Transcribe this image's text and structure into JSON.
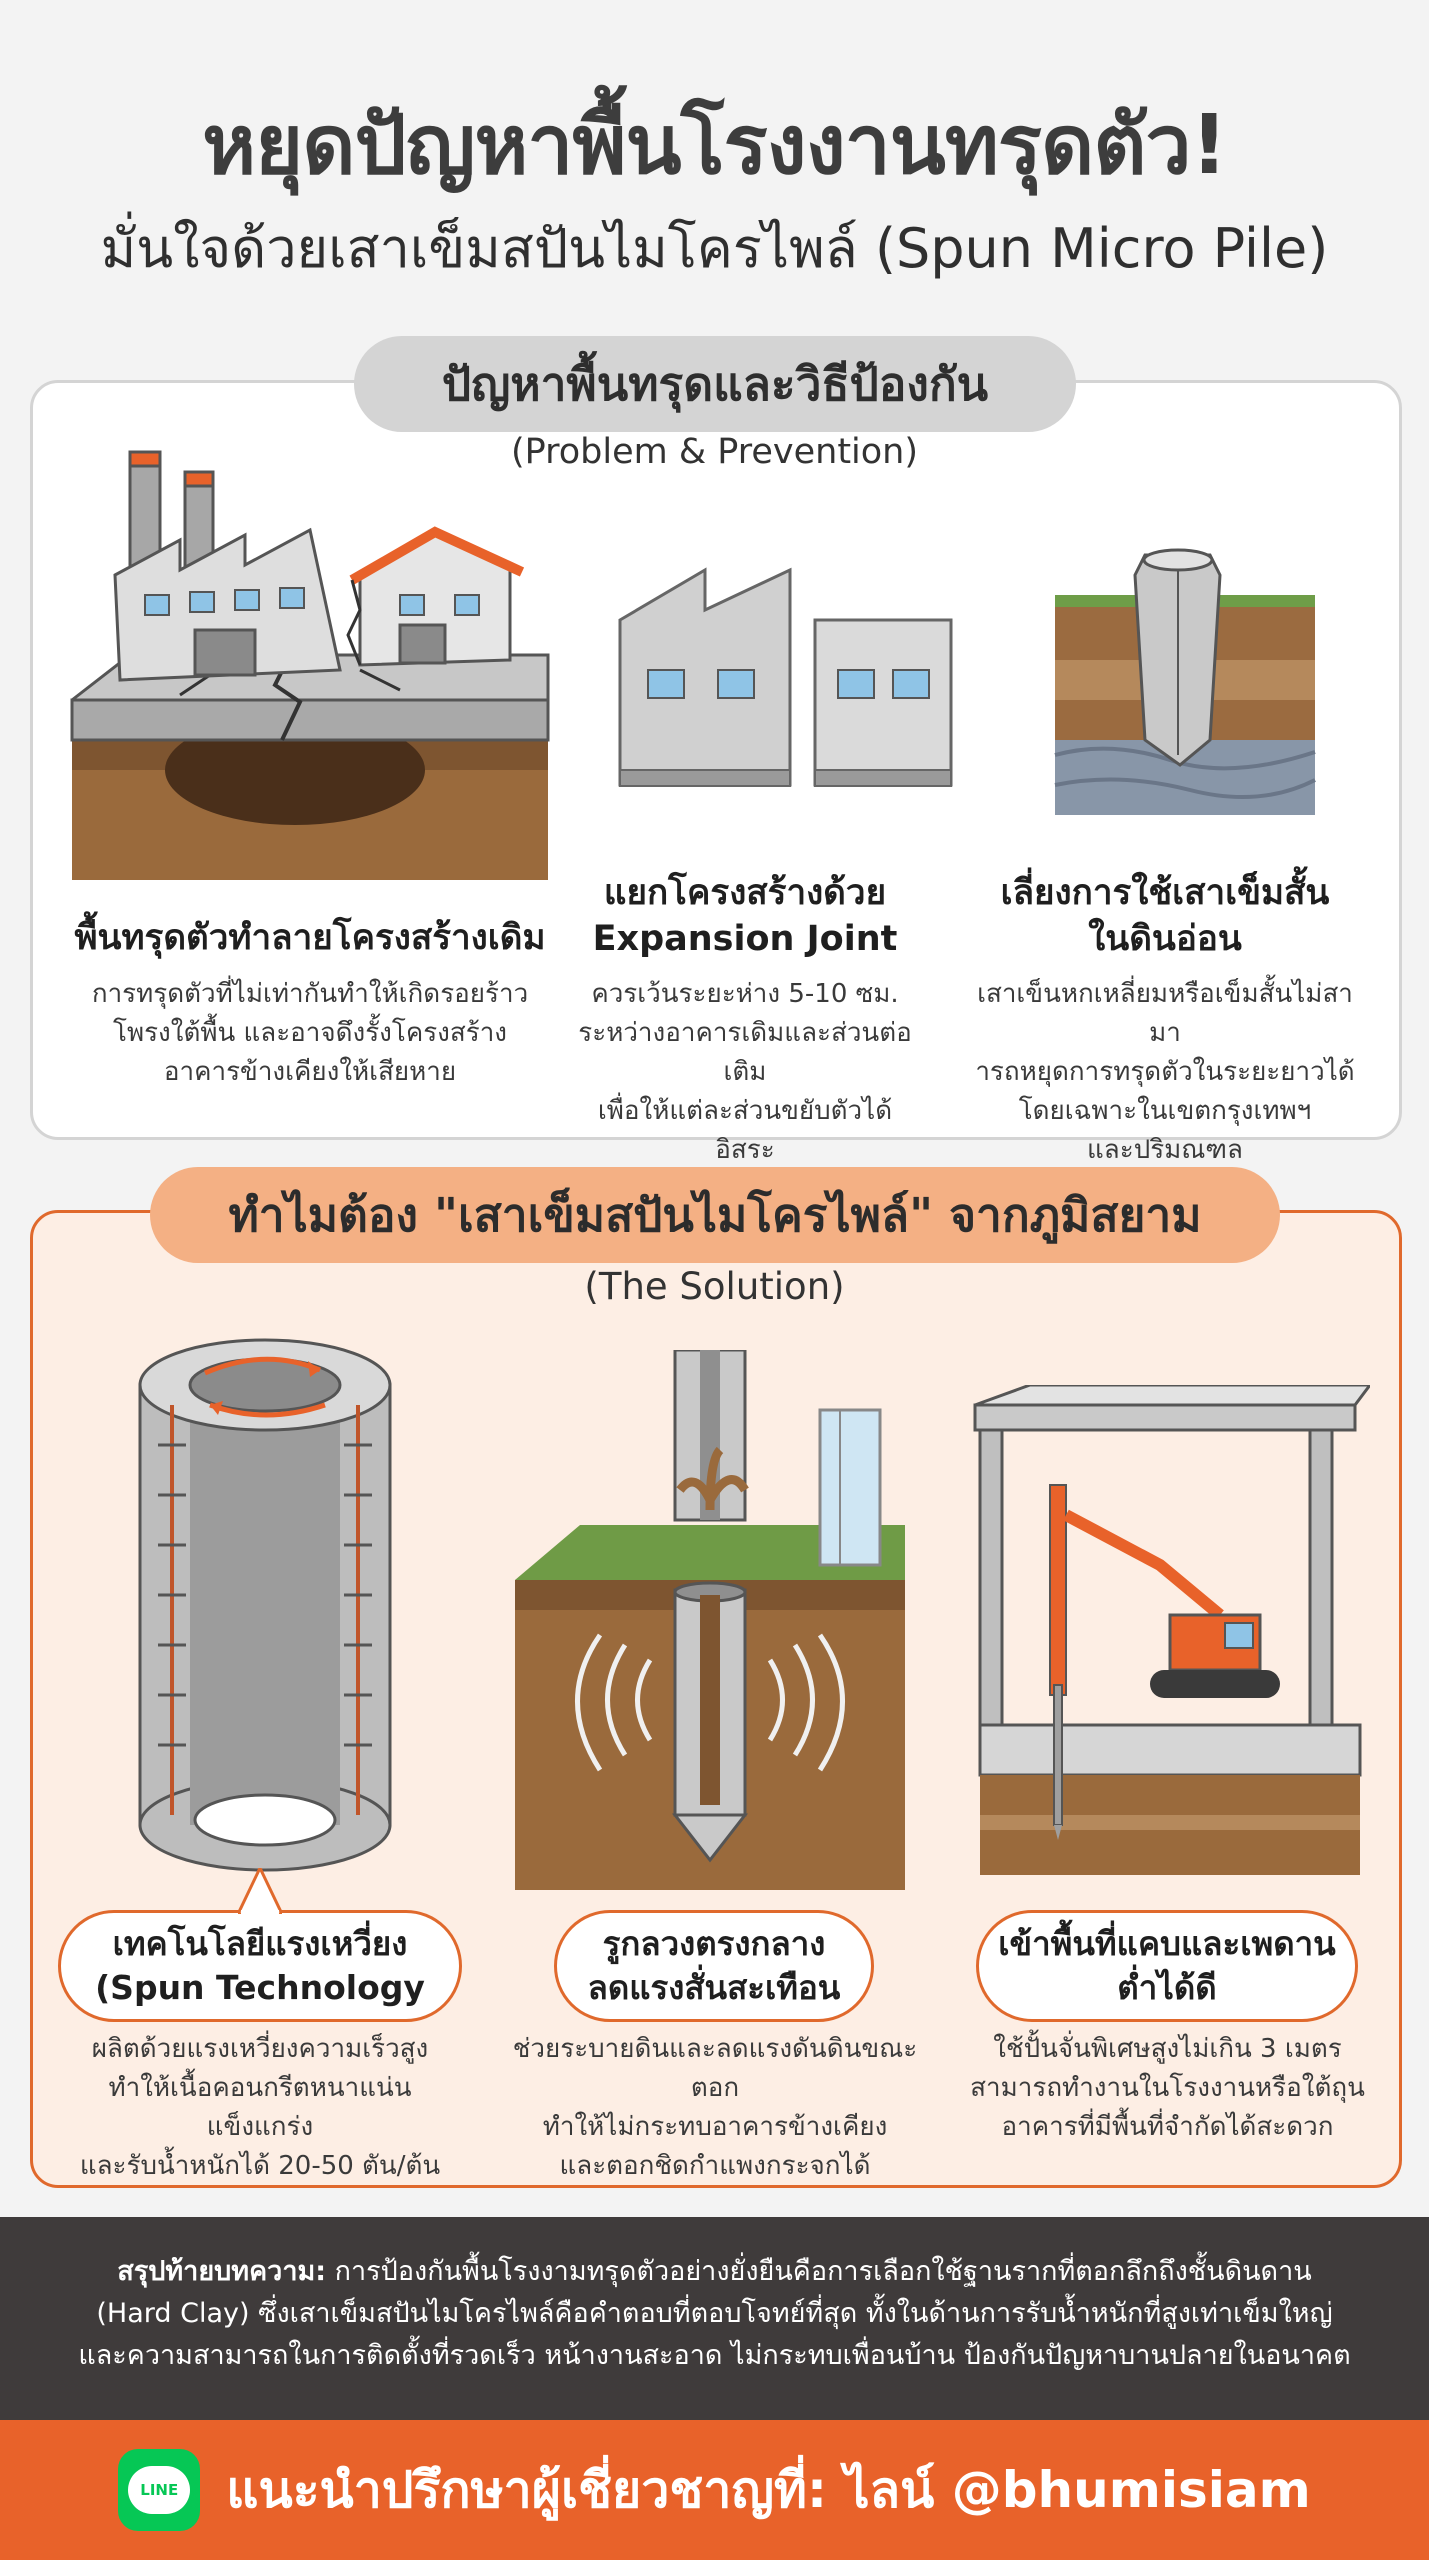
{
  "header": {
    "title": "หยุดปัญหาพื้นโรงงานทรุดตัว!",
    "subtitle": "มั่นใจด้วยเสาเข็มสปันไมโครไพล์ (Spun Micro Pile)"
  },
  "problem": {
    "heading": "ปัญหาพื้นทรุดและวิธีป้องกัน",
    "heading_en": "(Problem & Prevention)",
    "cards": [
      {
        "title": "พื้นทรุดตัวทำลายโครงสร้างเดิม",
        "desc_lines": [
          "การทรุดตัวที่ไม่เท่ากันทำให้เกิดรอยร้าว",
          "โพรงใต้พื้น และอาจดึงรั้งโครงสร้าง",
          "อาคารข้างเคียงให้เสียหาย"
        ]
      },
      {
        "title_lines": [
          "แยกโครงสร้างด้วย",
          "Expansion Joint"
        ],
        "desc_lines": [
          "ควรเว้นระยะห่าง 5-10 ซม.",
          "ระหว่างอาคารเดิมและส่วนต่อเติม",
          "เพื่อให้แต่ละส่วนขยับตัวได้อิสระ"
        ]
      },
      {
        "title_lines": [
          "เลี่ยงการใช้เสาเข็มสั้น",
          "ในดินอ่อน"
        ],
        "desc_lines": [
          "เสาเข็นหกเหลี่ยมหรือเข็มสั้นไม่สามา",
          "ารถหยุดการทรุดตัวในระยะยาวได้",
          "โดยเฉพาะในเขตกรุงเทพฯ",
          "และปริมณฑล"
        ]
      }
    ]
  },
  "solution": {
    "heading": "ทำไมต้อง \"เสาเข็มสปันไมโครไพล์\" จากภูมิสยาม",
    "heading_en": "(The Solution)",
    "cards": [
      {
        "title_lines": [
          "เทคโนโลยีแรงเหวี่ยง",
          "(Spun Technology"
        ],
        "desc_lines": [
          "ผลิตด้วยแรงเหวี่ยงความเร็วสูง",
          "ทำให้เนื้อคอนกรีตหนาแน่น แข็งแกร่ง",
          "และรับน้ำหนักได้ 20-50 ตัน/ต้น"
        ]
      },
      {
        "title_lines": [
          "รูกลวงตรงกลาง",
          "ลดแรงสั่นสะเทือน"
        ],
        "desc_lines": [
          "ช่วยระบายดินและลดแรงดันดินขณะตอก",
          "ทำให้ไม่กระทบอาคารข้างเคียง",
          "และตอกชิดกำแพงกระจกได้"
        ]
      },
      {
        "title_lines": [
          "เข้าพื้นที่แคบและเพดาน",
          "ต่ำได้ดี"
        ],
        "desc_lines": [
          "ใช้ปั้นจั่นพิเศษสูงไม่เกิน 3 เมตร",
          "สามารถทำงานในโรงงานหรือใต้ถุน",
          "อาคารที่มีพื้นที่จำกัดได้สะดวก"
        ]
      }
    ]
  },
  "summary": {
    "label": "สรุปท้ายบทความ:",
    "line1": " การป้องกันพื้นโรงงามทรุดตัวอย่างยั่งยืนคือการเลือกใช้ฐานรากที่ตอกลึกถึงชั้นดินดาน",
    "line2": "(Hard Clay) ซึ่งเสาเข็มสปันไมโครไพล์คือคำตอบที่ตอบโจทย์ที่สุด ทั้งในด้านการรับน้ำหนักที่สูงเท่าเข็มใหญ่",
    "line3": "และความสามารถในการติดตั้งที่รวดเร็ว หน้างานสะอาด ไม่กระทบเพื่อนบ้าน ป้องกันปัญหาบานปลายในอนาคต"
  },
  "footer": {
    "line_logo_text": "LINE",
    "cta": "แนะนำปรึกษาผู้เชี่ยวชาญที่: ไลน์ @bhumisiam"
  },
  "colors": {
    "accent": "#e8622a",
    "line_green": "#06c755",
    "summary_bg": "#3f3b3b"
  }
}
